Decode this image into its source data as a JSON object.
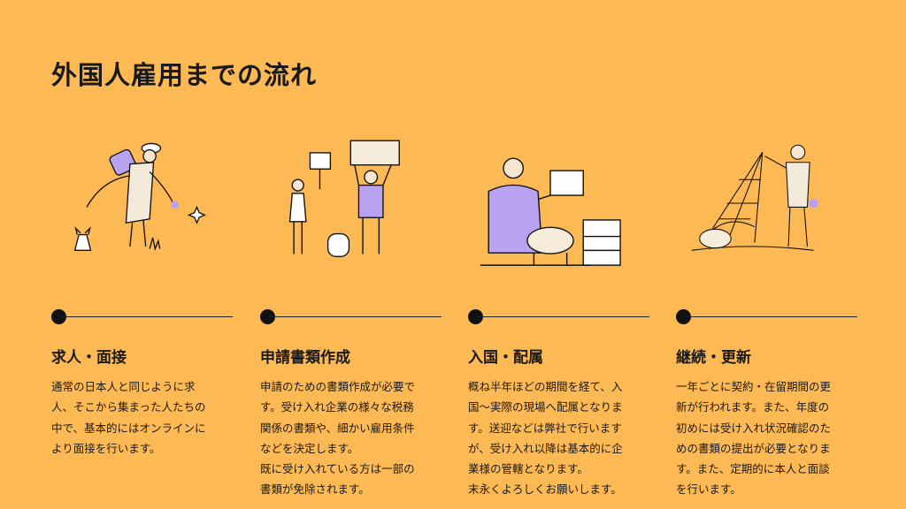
{
  "title": "外国人雇用までの流れ",
  "colors": {
    "background": "#FDB954",
    "accent": "#B9A2F0",
    "text": "#1a1a1a"
  },
  "steps": [
    {
      "heading": "求人・面接",
      "illustration": "woman-with-dog-illustration",
      "lines": [
        "通常の日本人と同じように求",
        "人、そこから集まった人たちの",
        "中で、基本的にはオンラインに",
        "より面接を行います。"
      ]
    },
    {
      "heading": "申請書類作成",
      "illustration": "people-holding-signs-illustration",
      "lines": [
        "申請のための書類作成が必要で",
        "す。受け入れ企業の様々な税務",
        "関係の書類や、細かい雇用条件",
        "などを決定します。",
        "既に受け入れている方は一部の",
        "書類が免除されます。"
      ]
    },
    {
      "heading": "入国・配属",
      "illustration": "vet-with-pig-illustration",
      "lines": [
        "概ね半年ほどの期間を経て、入",
        "国〜実際の現場へ配属となりま",
        "す。送迎などは弊社で行います",
        "が、受け入れ以降は基本的に企",
        "業様の管轄となります。",
        "末永くよろしくお願いします。"
      ]
    },
    {
      "heading": "継続・更新",
      "illustration": "fisher-with-net-illustration",
      "lines": [
        "一年ごとに契約・在留期間の更",
        "新が行われます。また、年度の",
        "初めには受け入れ状況確認のた",
        "めの書類の提出が必要となりま",
        "す。また、定期的に本人と面談",
        "を行います。"
      ]
    }
  ]
}
